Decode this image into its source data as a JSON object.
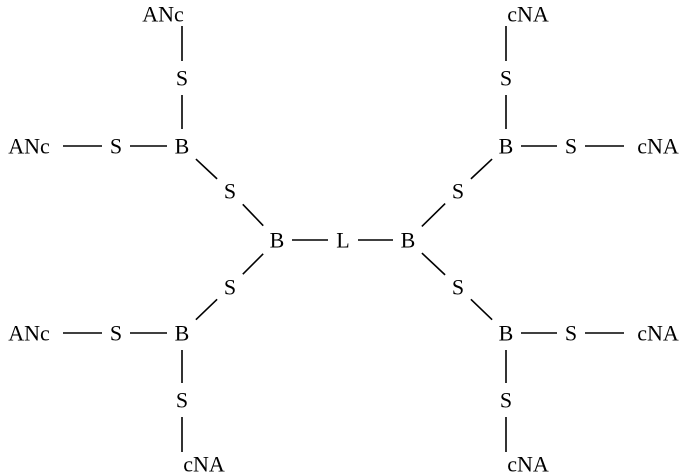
{
  "diagram": {
    "labels": {
      "anc": "ANc",
      "cna": "cNA",
      "spacer": "S",
      "branch": "B",
      "linker": "L"
    },
    "nodes": [
      {
        "id": "L",
        "kind": "linker"
      },
      {
        "id": "B_l",
        "kind": "branch"
      },
      {
        "id": "B_r",
        "kind": "branch"
      },
      {
        "id": "S_lu",
        "kind": "spacer"
      },
      {
        "id": "S_ld",
        "kind": "spacer"
      },
      {
        "id": "S_ru",
        "kind": "spacer"
      },
      {
        "id": "S_rd",
        "kind": "spacer"
      },
      {
        "id": "B_ul",
        "kind": "branch"
      },
      {
        "id": "B_ll",
        "kind": "branch"
      },
      {
        "id": "B_ur",
        "kind": "branch"
      },
      {
        "id": "B_lr",
        "kind": "branch"
      },
      {
        "id": "S_ul_t",
        "kind": "spacer"
      },
      {
        "id": "S_ul_l",
        "kind": "spacer"
      },
      {
        "id": "S_ll_l",
        "kind": "spacer"
      },
      {
        "id": "S_ll_b",
        "kind": "spacer"
      },
      {
        "id": "S_ur_t",
        "kind": "spacer"
      },
      {
        "id": "S_ur_r",
        "kind": "spacer"
      },
      {
        "id": "S_lr_r",
        "kind": "spacer"
      },
      {
        "id": "S_lr_b",
        "kind": "spacer"
      },
      {
        "id": "T_ul_t",
        "kind": "anc"
      },
      {
        "id": "T_ul_l",
        "kind": "anc"
      },
      {
        "id": "T_ll_l",
        "kind": "anc"
      },
      {
        "id": "T_ll_b",
        "kind": "cna"
      },
      {
        "id": "T_ur_t",
        "kind": "cna"
      },
      {
        "id": "T_ur_r",
        "kind": "cna"
      },
      {
        "id": "T_lr_r",
        "kind": "cna"
      },
      {
        "id": "T_lr_b",
        "kind": "cna"
      }
    ],
    "bonds": [
      [
        "B_l",
        "L"
      ],
      [
        "L",
        "B_r"
      ],
      [
        "B_l",
        "S_lu"
      ],
      [
        "S_lu",
        "B_ul"
      ],
      [
        "B_l",
        "S_ld"
      ],
      [
        "S_ld",
        "B_ll"
      ],
      [
        "B_r",
        "S_ru"
      ],
      [
        "S_ru",
        "B_ur"
      ],
      [
        "B_r",
        "S_rd"
      ],
      [
        "S_rd",
        "B_lr"
      ],
      [
        "B_ul",
        "S_ul_t"
      ],
      [
        "S_ul_t",
        "T_ul_t"
      ],
      [
        "B_ul",
        "S_ul_l"
      ],
      [
        "S_ul_l",
        "T_ul_l"
      ],
      [
        "B_ll",
        "S_ll_l"
      ],
      [
        "S_ll_l",
        "T_ll_l"
      ],
      [
        "B_ll",
        "S_ll_b"
      ],
      [
        "S_ll_b",
        "T_ll_b"
      ],
      [
        "B_ur",
        "S_ur_t"
      ],
      [
        "S_ur_t",
        "T_ur_t"
      ],
      [
        "B_ur",
        "S_ur_r"
      ],
      [
        "S_ur_r",
        "T_ur_r"
      ],
      [
        "B_lr",
        "S_lr_r"
      ],
      [
        "S_lr_r",
        "T_lr_r"
      ],
      [
        "B_lr",
        "S_lr_b"
      ],
      [
        "S_lr_b",
        "T_lr_b"
      ]
    ]
  }
}
